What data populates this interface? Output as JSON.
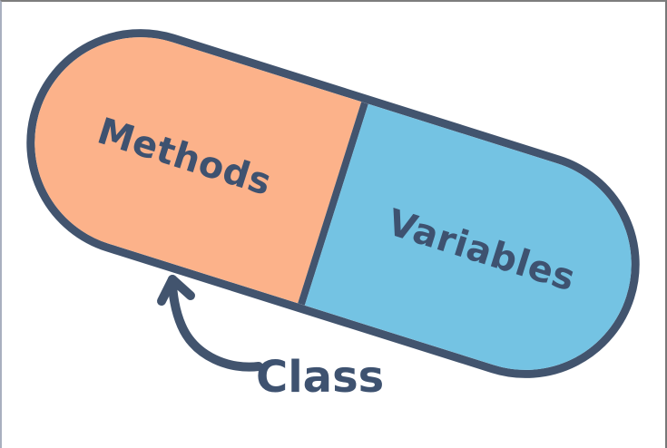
{
  "canvas": {
    "background": "#ffffff"
  },
  "diagram": {
    "type": "split-capsule",
    "rotation_deg": 17.5,
    "outline_color": "#42546E",
    "text_color": "#3E5270",
    "segments": [
      {
        "label": "Methods",
        "fill": "#FCB28A"
      },
      {
        "label": "Variables",
        "fill": "#74C3E3"
      }
    ],
    "annotation": {
      "label": "Class",
      "color": "#3E5270",
      "arrow_icon": "curved-arrow-icon",
      "arrow_color": "#42546E",
      "points_to": "capsule"
    }
  }
}
